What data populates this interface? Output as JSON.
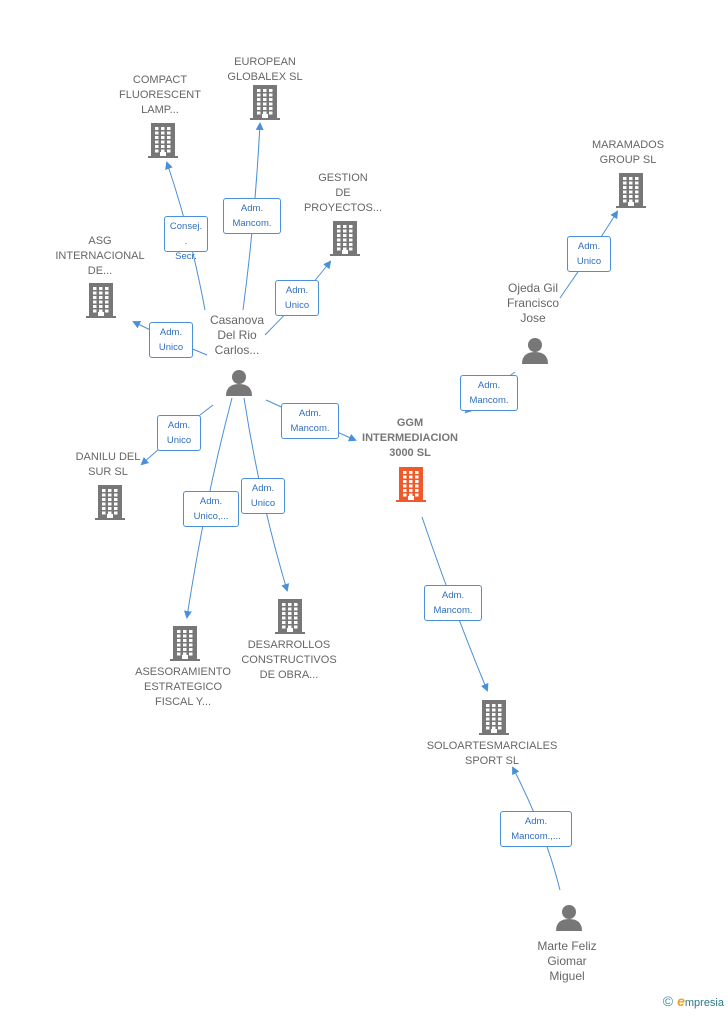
{
  "nodes": {
    "european_globalex": {
      "label": "EUROPEAN\nGLOBALEX SL",
      "type": "company"
    },
    "compact_fluorescent": {
      "label": "COMPACT\nFLUORESCENT\nLAMP...",
      "type": "company"
    },
    "gestion_proyectos": {
      "label": "GESTION\nDE\nPROYECTOS...",
      "type": "company"
    },
    "maramados": {
      "label": "MARAMADOS\nGROUP  SL",
      "type": "company"
    },
    "asg": {
      "label": "ASG\nINTERNACIONAL\nDE...",
      "type": "company"
    },
    "casanova": {
      "label": "Casanova\nDel Rio\nCarlos...",
      "type": "person"
    },
    "ojeda": {
      "label": "Ojeda Gil\nFrancisco\nJose",
      "type": "person"
    },
    "ggm": {
      "label": "GGM\nINTERMEDIACION\n3000  SL",
      "type": "focus"
    },
    "danilu": {
      "label": "DANILU DEL\nSUR  SL",
      "type": "company"
    },
    "asesoramiento": {
      "label": "ASESORAMIENTO\nESTRATEGICO\nFISCAL Y...",
      "type": "company"
    },
    "desarrollos": {
      "label": "DESARROLLOS\nCONSTRUCTIVOS\nDE OBRA...",
      "type": "company"
    },
    "soloartes": {
      "label": "SOLOARTESMARCIALES\nSPORT  SL",
      "type": "company"
    },
    "marte": {
      "label": "Marte Feliz\nGiomar\nMiguel",
      "type": "person"
    }
  },
  "edges": [
    {
      "from": "casanova",
      "to": "compact_fluorescent",
      "role": "Consej. .\nSecr."
    },
    {
      "from": "casanova",
      "to": "european_globalex",
      "role": "Adm.\nMancom."
    },
    {
      "from": "casanova",
      "to": "gestion_proyectos",
      "role": "Adm.\nUnico"
    },
    {
      "from": "casanova",
      "to": "asg",
      "role": "Adm.\nUnico"
    },
    {
      "from": "casanova",
      "to": "ggm",
      "role": "Adm.\nMancom."
    },
    {
      "from": "casanova",
      "to": "danilu",
      "role": "Adm.\nUnico"
    },
    {
      "from": "casanova",
      "to": "asesoramiento",
      "role": "Adm.\nUnico,..."
    },
    {
      "from": "casanova",
      "to": "desarrollos",
      "role": "Adm.\nUnico"
    },
    {
      "from": "ojeda",
      "to": "maramados",
      "role": "Adm.\nUnico"
    },
    {
      "from": "ojeda",
      "to": "ggm",
      "role": "Adm.\nMancom."
    },
    {
      "from": "ggm",
      "to": "soloartes",
      "role": "Adm.\nMancom."
    },
    {
      "from": "marte",
      "to": "soloartes",
      "role": "Adm.\nMancom.,..."
    }
  ],
  "colors": {
    "edge": "#4a90d9",
    "icon": "#777777",
    "focus_icon": "#f05a28"
  },
  "footer": {
    "copyright": "©",
    "brand_initial": "e",
    "brand_rest": "mpresia"
  }
}
